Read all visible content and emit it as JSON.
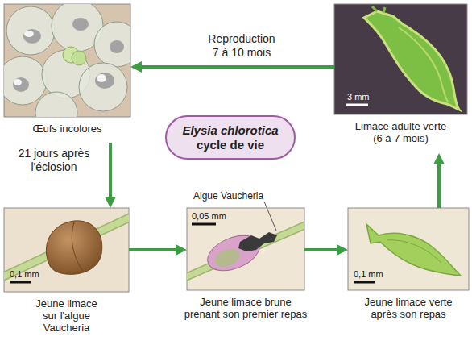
{
  "diagram": {
    "nodes": [
      {
        "text": [
          "Œufs incolores"
        ]
      },
      {
        "text": [
          "Limace adulte verte (6 à 7 mois)"
        ]
      },
      {
        "text": [
          "Elysia chlorotica",
          "cycle de vie"
        ]
      },
      {
        "text": [
          "Jeune limace sur l'algue Vaucheria"
        ]
      },
      {
        "text": [
          "Jeune limace brune prenant son premier repas"
        ]
      },
      {
        "text": [
          "Jeune limace verte après son repas"
        ]
      }
    ],
    "edges": [
      {
        "from": 1,
        "to": 0,
        "arrow": "to",
        "label": "Reproduction 7 à 10 mois"
      },
      {
        "from": 0,
        "to": 3,
        "arrow": "to",
        "label": "21 jours après l'éclosion"
      },
      {
        "from": 3,
        "to": 4,
        "arrow": "to"
      },
      {
        "from": 4,
        "to": 5,
        "arrow": "to"
      },
      {
        "from": 5,
        "to": 1,
        "arrow": "to"
      }
    ],
    "labels": [
      "3 mm",
      "0,1 mm",
      "Algue Vaucheria",
      "0,05 mm",
      "0,1 mm"
    ]
  }
}
